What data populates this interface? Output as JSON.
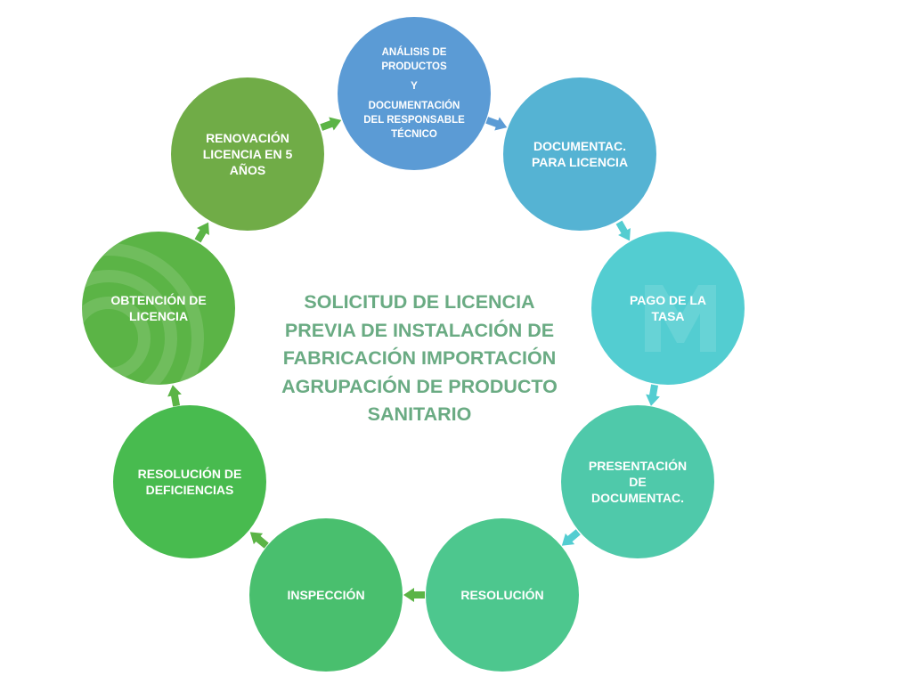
{
  "title_lines": [
    "SOLICITUD DE LICENCIA",
    "PREVIA DE INSTALACIÓN DE",
    "FABRICACIÓN IMPORTACIÓN",
    "AGRUPACIÓN DE PRODUCTO",
    "SANITARIO"
  ],
  "steps": [
    {
      "id": "analisis",
      "lines": [
        "ANÁLISIS DE",
        "PRODUCTOS",
        "",
        "Y",
        "",
        "DOCUMENTACIÓN",
        "DEL RESPONSABLE",
        "TÉCNICO"
      ],
      "color": "#5b9bd5"
    },
    {
      "id": "documentac-licencia",
      "lines": [
        "DOCUMENTAC.",
        "PARA LICENCIA"
      ],
      "color": "#55b3d3"
    },
    {
      "id": "pago-tasa",
      "lines": [
        "PAGO DE LA",
        "TASA"
      ],
      "color": "#53cdd1"
    },
    {
      "id": "presentacion",
      "lines": [
        "PRESENTACIÓN",
        "DE",
        "DOCUMENTAC."
      ],
      "color": "#4fc9aa"
    },
    {
      "id": "resolucion",
      "lines": [
        "RESOLUCIÓN"
      ],
      "color": "#4dc78e"
    },
    {
      "id": "inspeccion",
      "lines": [
        "INSPECCIÓN"
      ],
      "color": "#49bf6e"
    },
    {
      "id": "resolucion-deficiencias",
      "lines": [
        "RESOLUCIÓN DE",
        "DEFICIENCIAS"
      ],
      "color": "#48bb4f"
    },
    {
      "id": "obtencion",
      "lines": [
        "OBTENCIÓN DE",
        "LICENCIA"
      ],
      "color": "#5bb446"
    },
    {
      "id": "renovacion",
      "lines": [
        "RENOVACIÓN",
        "LICENCIA EN 5",
        "AÑOS"
      ],
      "color": "#70ac47"
    }
  ],
  "colors": {
    "title": "#6aab83",
    "arrow_blue": "#5b9bd5",
    "arrow_cyan": "#53cdd1",
    "arrow_green": "#5bb446"
  }
}
